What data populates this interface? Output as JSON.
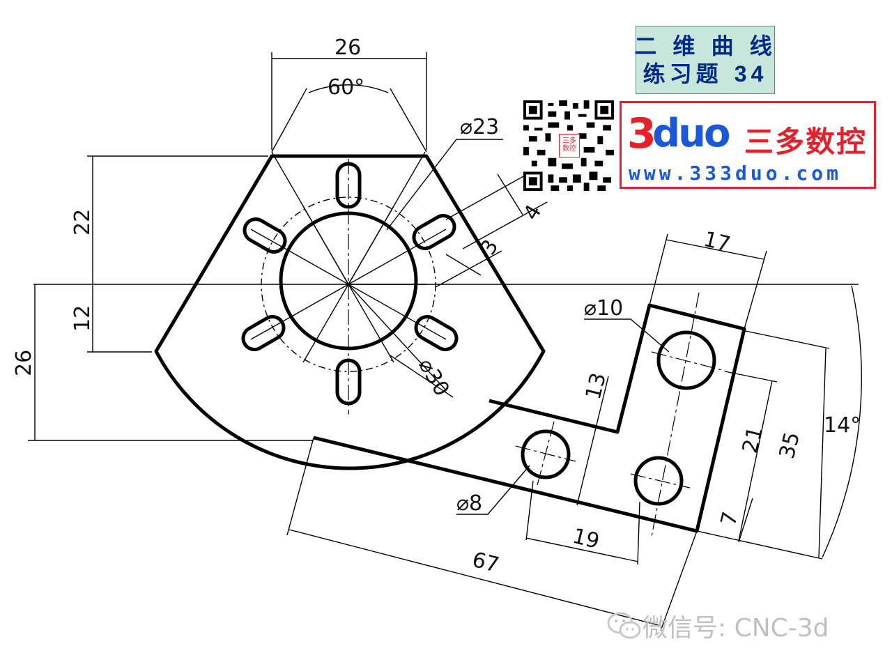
{
  "title": {
    "line1": "二 维 曲 线",
    "line2_prefix": "练习题 ",
    "line2_number": "34"
  },
  "brand": {
    "logo_digit": "3",
    "logo_word": "duo",
    "name_cn": "三多数控",
    "url": "www.333duo.com",
    "qr_badge": "三多数控"
  },
  "watermark": {
    "text": "微信号: CNC-3d"
  },
  "dimensions": {
    "top_width": "26",
    "sector_angle": "60°",
    "dia_inner": "⌀23",
    "dia_pitch": "⌀30",
    "slot_width": "4",
    "slot_length": "3",
    "height_upper": "22",
    "height_lower": "12",
    "height_total_left": "26",
    "plate_width": "17",
    "dia_big_hole": "⌀10",
    "offset_13": "13",
    "hole_spacing_21": "21",
    "plate_length_35": "35",
    "edge_7": "7",
    "hole_spacing_19": "19",
    "dia_small_hole": "⌀8",
    "overall_67": "67",
    "tilt_angle": "14°"
  },
  "colors": {
    "brand_red": "#e5202a",
    "brand_blue": "#1a58d8",
    "title_bg": "#c8e6dc",
    "title_text": "#002a88"
  }
}
